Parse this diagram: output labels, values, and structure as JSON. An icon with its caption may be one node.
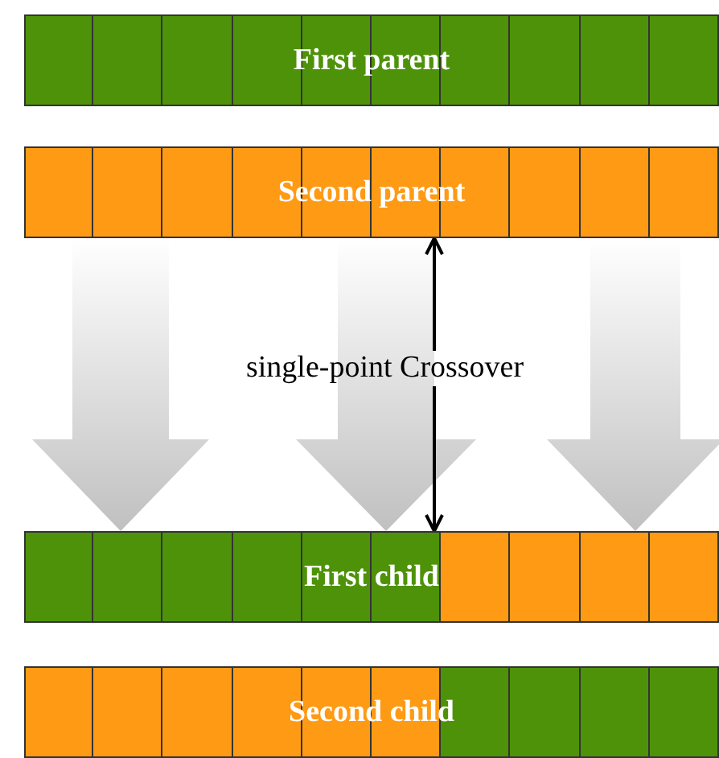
{
  "diagram": {
    "nodes": [
      {
        "text": [
          "First parent"
        ]
      },
      {
        "text": [
          "Second parent"
        ]
      },
      {
        "text": [
          "single-point Crossover"
        ]
      },
      {
        "text": [
          "First child"
        ]
      },
      {
        "text": [
          "Second child"
        ]
      }
    ],
    "edges": [
      {
        "from": 1,
        "to": 3,
        "arrow": "to",
        "style": "thick",
        "color": "#c0c0c0"
      },
      {
        "from": 1,
        "to": 3,
        "arrow": "to",
        "style": "thick",
        "color": "#c0c0c0"
      },
      {
        "from": 1,
        "to": 3,
        "arrow": "to",
        "style": "thick",
        "color": "#c0c0c0"
      },
      {
        "from": 2,
        "to": 1,
        "arrow": "to"
      },
      {
        "from": 2,
        "to": 3,
        "arrow": "to"
      }
    ]
  }
}
